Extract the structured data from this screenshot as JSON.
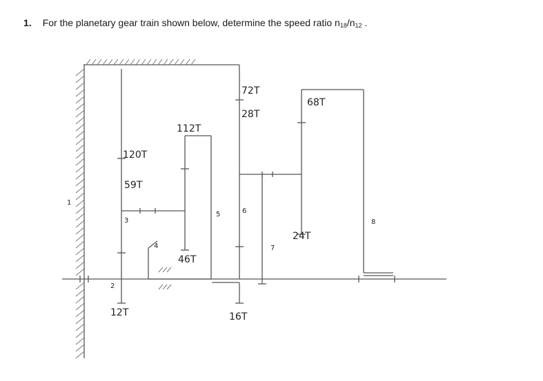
{
  "question": {
    "number": "1.",
    "text_prefix": "For the planetary gear train shown below, determine the speed ratio n",
    "sub_a": "18",
    "mid": "/n",
    "sub_b": "12",
    "suffix": " ."
  },
  "teeth_labels": {
    "t72": "72T",
    "t68": "68T",
    "t28": "28T",
    "t112": "112T",
    "t120": "120T",
    "t59": "59T",
    "t46": "46T",
    "t24": "24T",
    "t12": "12T",
    "t16": "16T"
  },
  "link_numbers": {
    "n1": "1",
    "n2": "2",
    "n3": "3",
    "n4": "4",
    "n5": "5",
    "n6": "6",
    "n7": "7",
    "n8": "8"
  }
}
